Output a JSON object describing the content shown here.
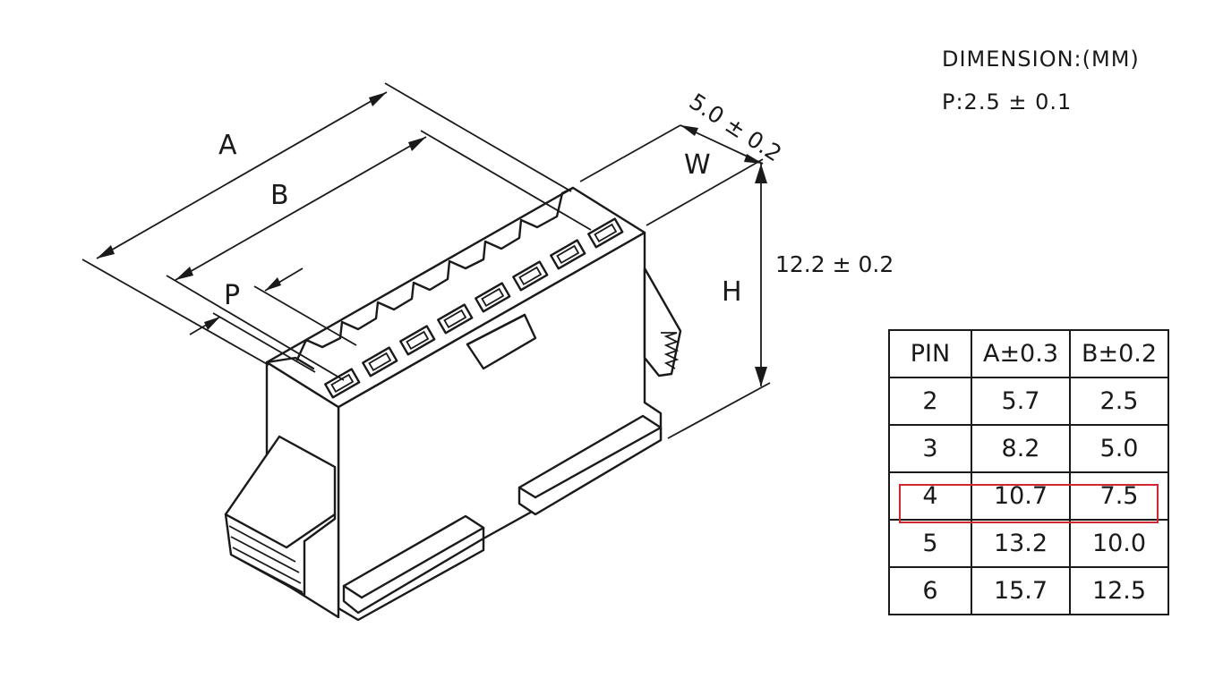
{
  "header": {
    "units": "DIMENSIΟN:(MM)",
    "pitch": "P:2.5 ± 0.1"
  },
  "drawing": {
    "labels": {
      "a": "A",
      "b": "B",
      "p": "P",
      "w": "W",
      "h": "H",
      "width_dim": "5.0 ± 0.2",
      "height_dim": "12.2 ± 0.2"
    }
  },
  "table": {
    "headers": [
      "PIN",
      "A±0.3",
      "B±0.2"
    ],
    "rows": [
      [
        "2",
        "5.7",
        "2.5"
      ],
      [
        "3",
        "8.2",
        "5.0"
      ],
      [
        "4",
        "10.7",
        "7.5"
      ],
      [
        "5",
        "13.2",
        "10.0"
      ],
      [
        "6",
        "15.7",
        "12.5"
      ]
    ],
    "highlighted_row": 2,
    "highlight_color": "#d0282e"
  }
}
